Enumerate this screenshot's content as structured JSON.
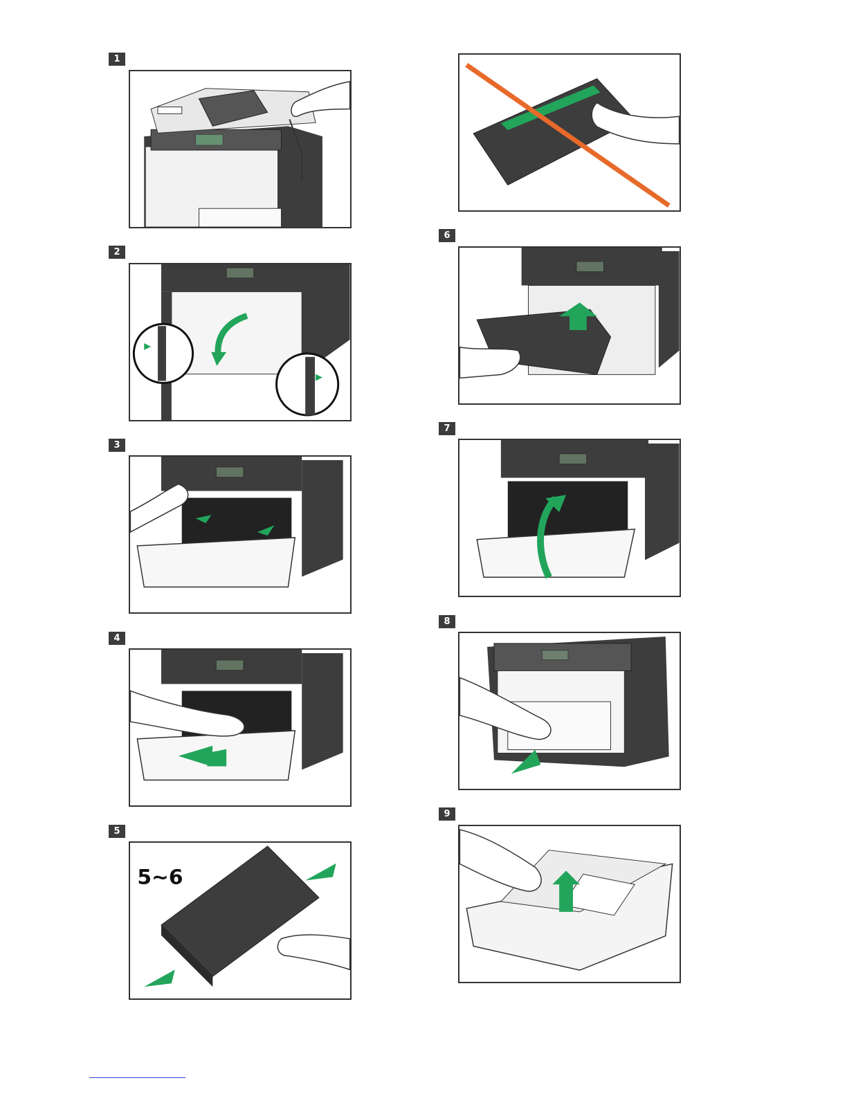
{
  "colors": {
    "accent_green": "#22a55b",
    "warning_orange": "#e76a2a",
    "device_dark": "#3d3d3d",
    "frame": "#333333"
  },
  "steps": [
    {
      "number": "1",
      "illustration": "printer-lid-lift"
    },
    {
      "number": "2",
      "illustration": "front-cover-open"
    },
    {
      "number": "3",
      "illustration": "release-levers"
    },
    {
      "number": "4",
      "illustration": "pull-cartridge-out"
    },
    {
      "number": "5",
      "illustration": "shake-cartridge",
      "label": "5~6"
    },
    {
      "number": "6",
      "illustration": "insert-cartridge"
    },
    {
      "number": "7",
      "illustration": "close-front-cover"
    },
    {
      "number": "8",
      "illustration": "pull-paper-tray"
    },
    {
      "number": "9",
      "illustration": "load-paper"
    }
  ],
  "caution": {
    "illustration": "do-not-touch-drum",
    "icon": "prohibited-line"
  }
}
